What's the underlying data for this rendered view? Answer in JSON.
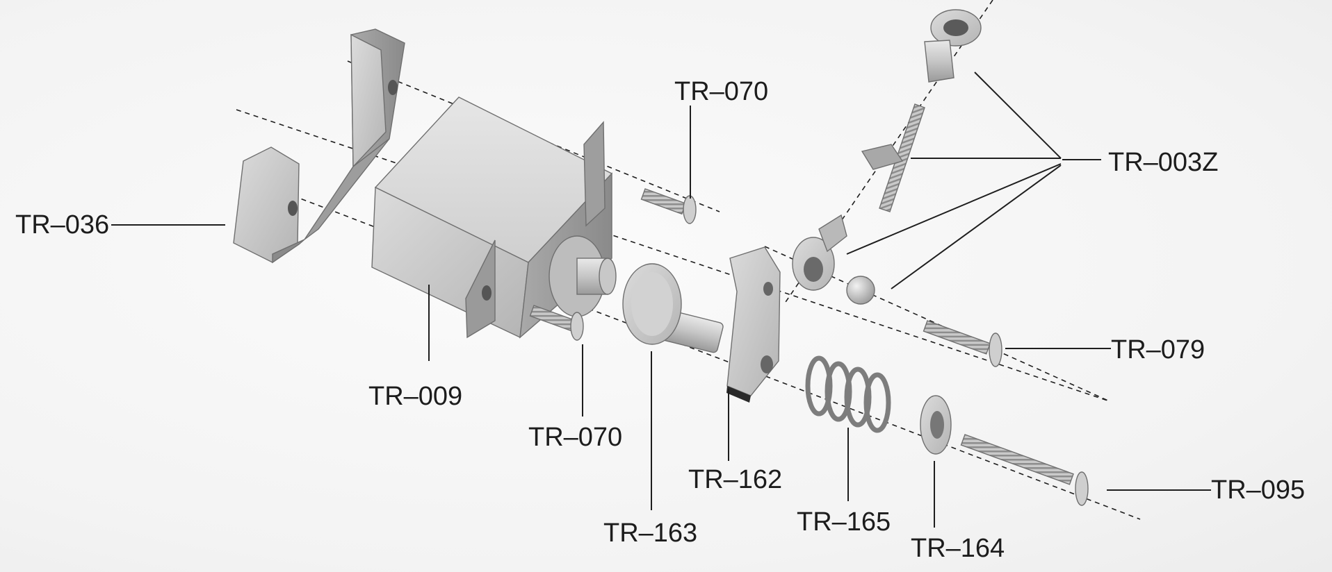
{
  "labels": {
    "tr_036": "TR–036",
    "tr_009": "TR–009",
    "tr_070_top": "TR–070",
    "tr_070_bottom": "TR–070",
    "tr_163": "TR–163",
    "tr_162": "TR–162",
    "tr_165": "TR–165",
    "tr_164": "TR–164",
    "tr_003z": "TR–003Z",
    "tr_079": "TR–079",
    "tr_095": "TR–095"
  }
}
